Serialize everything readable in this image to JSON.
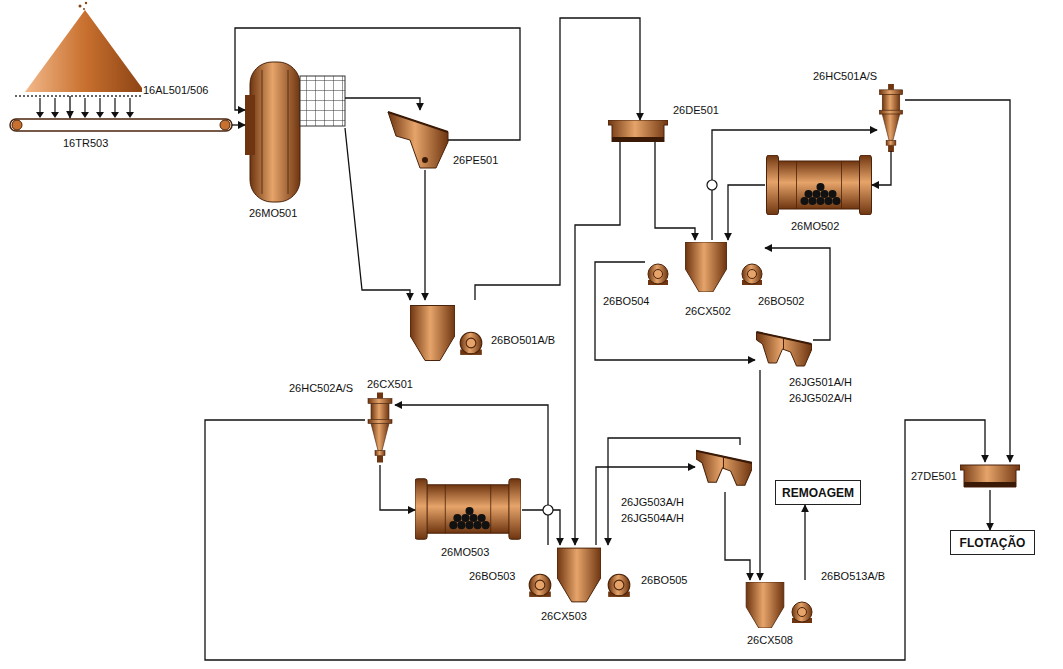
{
  "diagram": {
    "nodes": [
      {
        "text": [
          "16AL501/506"
        ]
      },
      {
        "text": [
          "16TR503"
        ]
      },
      {
        "text": [
          "26MO501"
        ]
      },
      {
        "text": [
          "26PE501"
        ]
      },
      {
        "text": [
          "26DE501"
        ]
      },
      {
        "text": [
          "26HC501A/S"
        ]
      },
      {
        "text": [
          "26MO502"
        ]
      },
      {
        "text": [
          "26BO501A/B",
          "26CX501"
        ]
      },
      {
        "text": [
          "26BO504",
          "26BO502",
          "26CX502"
        ]
      },
      {
        "text": [
          "26JG501A/H",
          "26JG502A/H"
        ]
      },
      {
        "text": [
          "26HC502A/S"
        ]
      },
      {
        "text": [
          "26MO503"
        ]
      },
      {
        "text": [
          "26BO503",
          "26BO505",
          "26CX503"
        ]
      },
      {
        "text": [
          "26JG503A/H",
          "26JG504A/H"
        ]
      },
      {
        "text": [
          "26BO513A/B",
          "26CX508"
        ]
      },
      {
        "text": [
          "REMOAGEM"
        ]
      },
      {
        "text": [
          "27DE501"
        ]
      },
      {
        "text": [
          "FLOTAÇÃO"
        ]
      }
    ],
    "edges": [
      {
        "from": 0,
        "to": 1,
        "arrow": "to"
      },
      {
        "from": 1,
        "to": 2,
        "arrow": "to"
      },
      {
        "from": 2,
        "to": 3,
        "arrow": "to"
      },
      {
        "from": 3,
        "to": 2,
        "arrow": "to"
      },
      {
        "from": 2,
        "to": 7,
        "arrow": "to"
      },
      {
        "from": 3,
        "to": 7,
        "arrow": "to"
      },
      {
        "from": 7,
        "to": 4,
        "arrow": "to"
      },
      {
        "from": 4,
        "to": 8,
        "arrow": "to"
      },
      {
        "from": 4,
        "to": 12,
        "arrow": "to"
      },
      {
        "from": 8,
        "to": 5,
        "arrow": "to"
      },
      {
        "from": 5,
        "to": 6,
        "arrow": "to"
      },
      {
        "from": 5,
        "to": 16,
        "arrow": "to"
      },
      {
        "from": 6,
        "to": 8,
        "arrow": "to"
      },
      {
        "from": 8,
        "to": 9,
        "arrow": "to"
      },
      {
        "from": 9,
        "to": 8,
        "arrow": "to"
      },
      {
        "from": 9,
        "to": 14,
        "arrow": "to"
      },
      {
        "from": 12,
        "to": 10,
        "arrow": "to"
      },
      {
        "from": 10,
        "to": 11,
        "arrow": "to"
      },
      {
        "from": 11,
        "to": 12,
        "arrow": "to"
      },
      {
        "from": 12,
        "to": 13,
        "arrow": "to"
      },
      {
        "from": 13,
        "to": 12,
        "arrow": "to"
      },
      {
        "from": 13,
        "to": 14,
        "arrow": "to"
      },
      {
        "from": 14,
        "to": 15,
        "arrow": "to"
      },
      {
        "from": 10,
        "to": 16,
        "arrow": "to"
      },
      {
        "from": 16,
        "to": 17,
        "arrow": "to"
      }
    ]
  }
}
